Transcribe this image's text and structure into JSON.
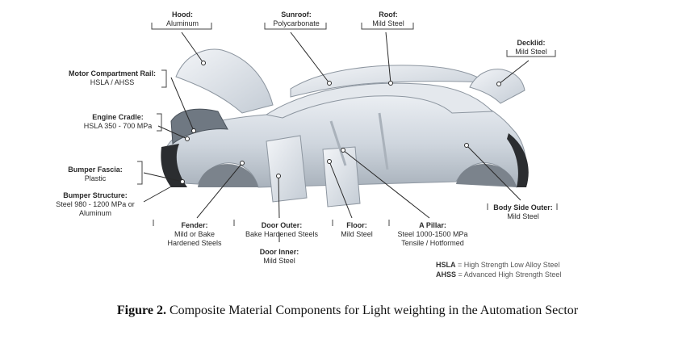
{
  "labels": {
    "hood": {
      "title": "Hood:",
      "value": "Aluminum"
    },
    "sunroof": {
      "title": "Sunroof:",
      "value": "Polycarbonate"
    },
    "roof": {
      "title": "Roof:",
      "value": "Mild Steel"
    },
    "decklid": {
      "title": "Decklid:",
      "value": "Mild Steel"
    },
    "motor_rail": {
      "title": "Motor Compartment Rail:",
      "value": "HSLA / AHSS"
    },
    "engine_cradle": {
      "title": "Engine Cradle:",
      "value": "HSLA 350 - 700 MPa"
    },
    "bumper_fascia": {
      "title": "Bumper Fascia:",
      "value": "Plastic"
    },
    "bumper_structure": {
      "title": "Bumper Structure:",
      "value1": "Steel 980 - 1200 MPa or",
      "value2": "Aluminum"
    },
    "fender": {
      "title": "Fender:",
      "value1": "Mild or Bake",
      "value2": "Hardened Steels"
    },
    "door_outer": {
      "title": "Door Outer:",
      "value": "Bake Hardened Steels"
    },
    "door_inner": {
      "title": "Door Inner:",
      "value": "Mild Steel"
    },
    "floor": {
      "title": "Floor:",
      "value": "Mild Steel"
    },
    "a_pillar": {
      "title": "A Pillar:",
      "value1": "Steel 1000-1500 MPa",
      "value2": "Tensile / Hotformed"
    },
    "body_side": {
      "title": "Body Side Outer:",
      "value": "Mild Steel"
    }
  },
  "legend": {
    "hsla_abbr": "HSLA",
    "hsla_text": " = High Strength Low Alloy Steel",
    "ahss_abbr": "AHSS",
    "ahss_text": " = Advanced High Strength Steel"
  },
  "caption": {
    "prefix": "Figure  2.",
    "text": " Composite Material Components for Light weighting in the Automation Sector"
  },
  "colors": {
    "leader": "#2a2a2a",
    "body": "#cfd6de",
    "dark": "#2b2d30"
  }
}
